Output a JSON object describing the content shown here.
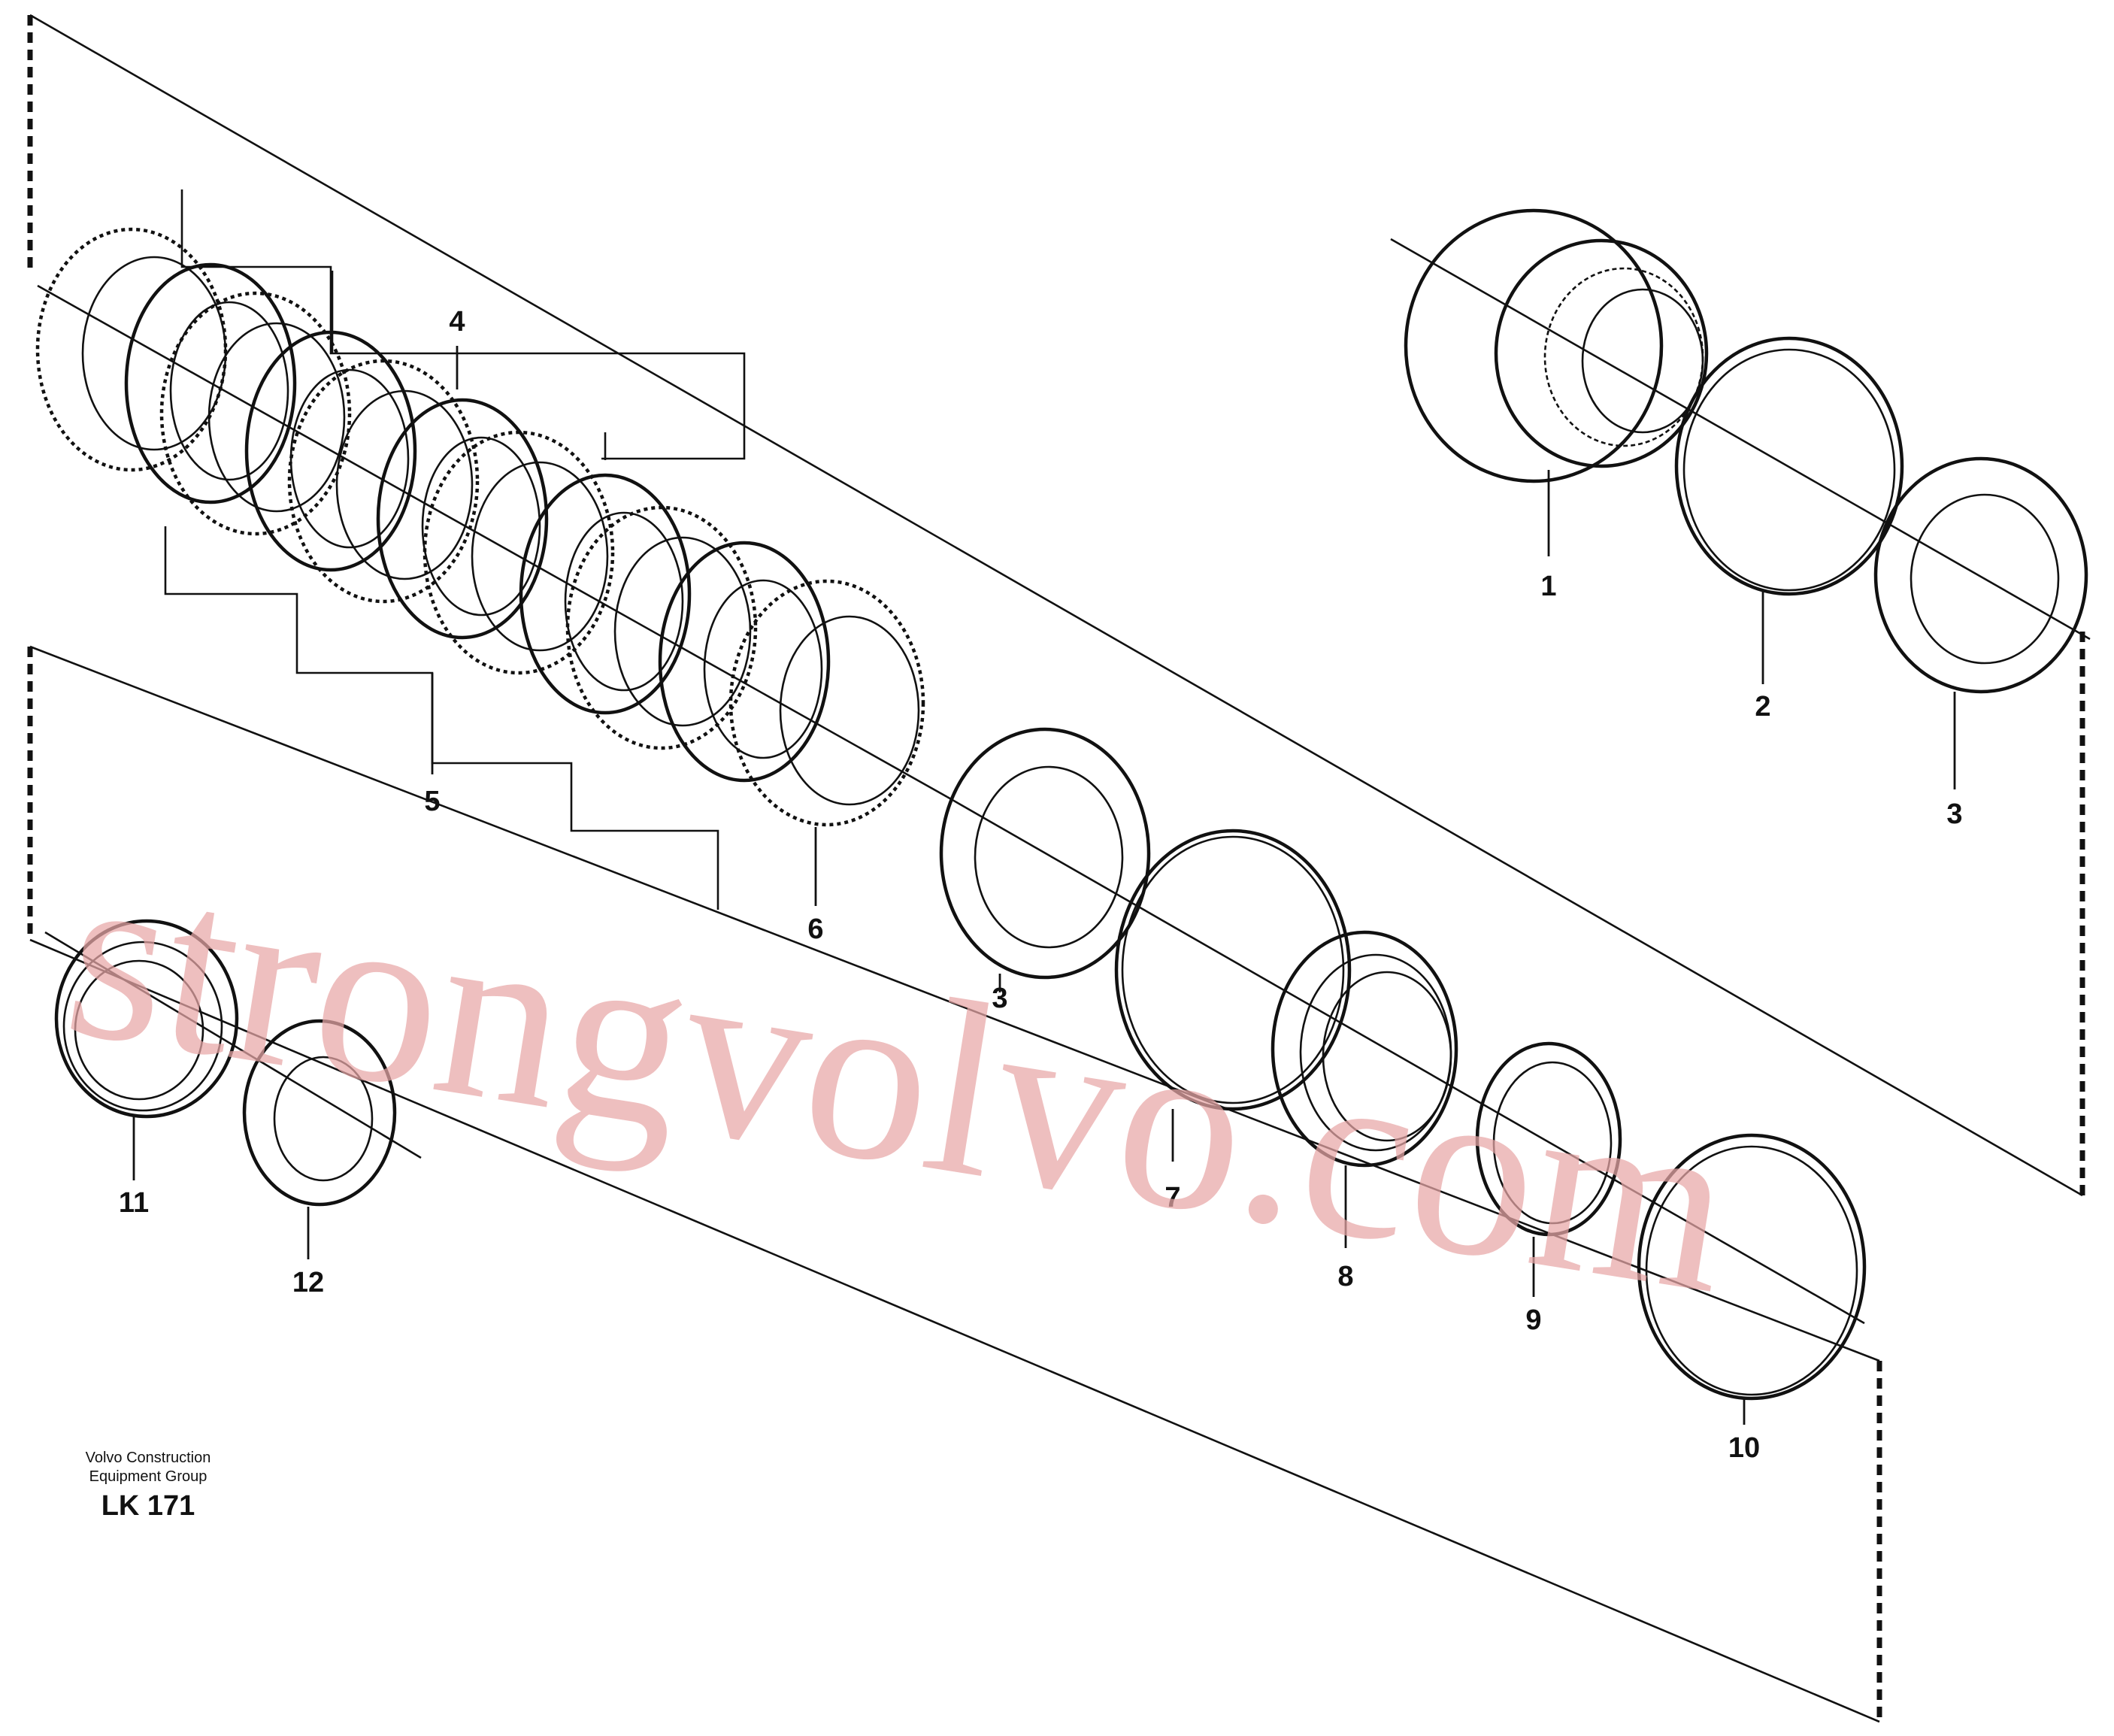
{
  "diagram": {
    "callouts": [
      {
        "id": 1,
        "label": "1"
      },
      {
        "id": 2,
        "label": "2"
      },
      {
        "id": 3,
        "label": "3"
      },
      {
        "id": 4,
        "label": "4"
      },
      {
        "id": 5,
        "label": "5"
      },
      {
        "id": 6,
        "label": "6"
      },
      {
        "id": 7,
        "label": "7"
      },
      {
        "id": 8,
        "label": "8"
      },
      {
        "id": 9,
        "label": "9"
      },
      {
        "id": 10,
        "label": "10"
      },
      {
        "id": 11,
        "label": "11"
      },
      {
        "id": 12,
        "label": "12"
      },
      {
        "id": 13,
        "label": "3"
      }
    ]
  },
  "footer": {
    "company_line1": "Volvo Construction",
    "company_line2": "Equipment Group",
    "drawing_code": "LK 171"
  },
  "watermark": "strongvolvo.com"
}
